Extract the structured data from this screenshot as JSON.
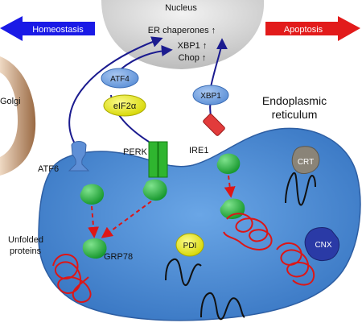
{
  "nucleus": {
    "title": "Nucleus",
    "er_chaperones": "ER chaperones ↑",
    "xbp1": "XBP1 ↑",
    "chop": "Chop ↑"
  },
  "arrows": {
    "left": "Homeostasis",
    "right": "Apoptosis"
  },
  "organelles": {
    "golgi": "Golgi",
    "er_line1": "Endoplasmic",
    "er_line2": "reticulum"
  },
  "sensors": {
    "atf6": "ATF6",
    "perk": "PERK",
    "ire1": "IRE1"
  },
  "effectors": {
    "atf4": "ATF4",
    "eif2a": "eIF2α",
    "xbp1": "XBP1"
  },
  "chaperones": {
    "grp78": "GRP78",
    "pdi": "PDI",
    "crt": "CRT",
    "cnx": "CNX"
  },
  "misc": {
    "unfolded_line1": "Unfolded",
    "unfolded_line2": "proteins"
  },
  "colors": {
    "homeostasis_arrow": "#1a1ae6",
    "apoptosis_arrow": "#e21b1b",
    "er_fill": "#4f8fd6",
    "nucleus_fill": "#dcdcdc",
    "perk_green": "#2fb52f",
    "ire1_red": "#e23b3b",
    "grp78_green": "#1fae35",
    "atf4_blue": "#6f9fe0",
    "eif2a_yellow": "#ecec1a",
    "golgi_brown": "#b88a64",
    "pathway_line": "#1b1b8f",
    "unfolded_red": "#dd1616"
  }
}
